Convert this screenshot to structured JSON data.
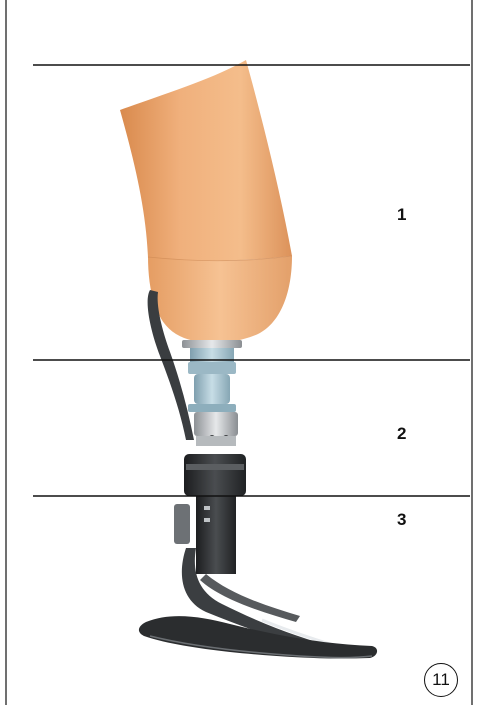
{
  "zones": [
    {
      "label": "1"
    },
    {
      "label": "2"
    },
    {
      "label": "3"
    }
  ],
  "figure_number": "11",
  "colors": {
    "socket_light": "#f2b886",
    "socket_mid": "#e59a5e",
    "socket_dark": "#c97c3f",
    "adapter_blue": "#a9c6d3",
    "metal_silver": "#c9cdd0",
    "foot_dark": "#2d2f31",
    "line": "#111111"
  }
}
